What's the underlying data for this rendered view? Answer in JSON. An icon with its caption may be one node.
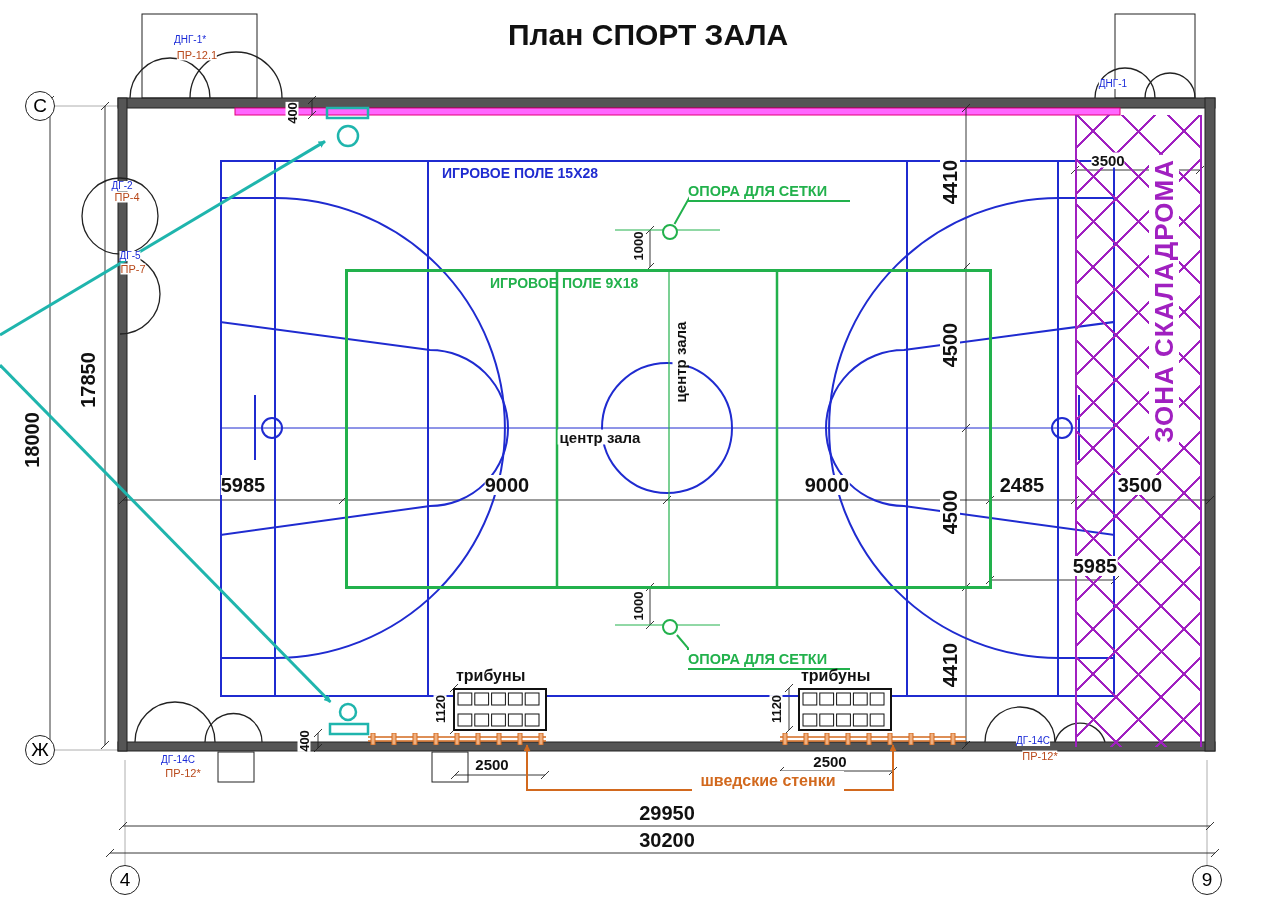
{
  "diagram": {
    "title": "План СПОРТ ЗАЛА",
    "nodes": [
      {
        "text": [
          "С"
        ]
      },
      {
        "text": [],
        "shape": "picture"
      },
      {
        "text": [
          "ИГРОВОЕ ПОЛЕ 15Х28"
        ]
      },
      {
        "text": [
          "ОПОРА ДЛЯ СЕТКИ"
        ],
        "in": 2
      },
      {
        "text": [],
        "shape": "circle",
        "in": 2
      },
      {
        "text": [
          "ИГРОВОЕ ПОЛЕ 9Х18"
        ],
        "in": 2
      },
      {
        "text": [
          "ЗОНА СКАЛАДРОМА"
        ]
      },
      {
        "text": [],
        "shape": "circle",
        "in": 2
      },
      {
        "text": [
          "ОПОРА ДЛЯ СЕТКИ"
        ],
        "in": 2
      },
      {
        "text": [
          "трибуны"
        ]
      },
      {
        "text": [
          "трибуны"
        ]
      },
      {
        "text": [],
        "shape": "picture"
      },
      {
        "text": [
          "Ж"
        ]
      },
      {
        "text": [],
        "shape": "bar"
      },
      {
        "text": [],
        "shape": "bar"
      },
      {
        "text": [
          "шведские стенки"
        ]
      },
      {
        "text": [
          "4"
        ]
      },
      {
        "text": [
          "9"
        ]
      }
    ],
    "edges": [
      {
        "from": null,
        "to": 1,
        "arrow": "to",
        "color": "#1fb5ad"
      },
      {
        "from": null,
        "to": 11,
        "arrow": "to",
        "color": "#1fb5ad"
      },
      {
        "from": 3,
        "to": 4,
        "arrow": "none",
        "color": "#22b14c"
      },
      {
        "from": 8,
        "to": 7,
        "arrow": "none",
        "color": "#22b14c"
      },
      {
        "from": 15,
        "to": 13,
        "arrow": "to",
        "color": "#d2691e"
      },
      {
        "from": 15,
        "to": 14,
        "arrow": "to",
        "color": "#d2691e"
      }
    ],
    "labels": [
      "ДНГ-1*",
      "ПР-12.1",
      "ДНГ-1",
      "400",
      "ДГ-2",
      "ПР-4",
      "3500",
      "4410",
      "1000",
      "ДГ-5",
      "ПР-7",
      "центр зала",
      "4500",
      "17850",
      "18000",
      "центр зала",
      "5985",
      "9000",
      "9000",
      "4500",
      "2485",
      "3500",
      "5985",
      "1000",
      "4410",
      "1120",
      "1120",
      "400",
      "ДГ-14С",
      "ПР-12*",
      "ДГ-14С",
      "ПР-12*",
      "2500",
      "2500",
      "29950",
      "30200"
    ]
  }
}
